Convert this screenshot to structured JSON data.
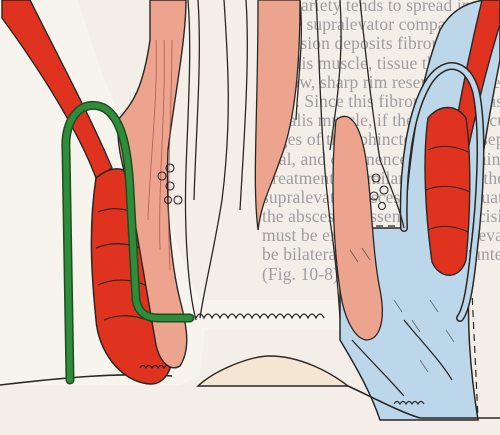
{
  "page": {
    "description_visible_text": true
  },
  "background_text": {
    "lines": [
      "this variety tends to spread in a horseshoe fashion",
      "in the supralevator compartment. The horseshoe",
      "extension deposits fibrous tissue about the pubo-",
      "rectalis muscle, tissue that can be felt as a rather",
      "narrow, sharp rim resembling a tendon or knife",
      "edge. Since this fibrous band is associated pubo-",
      "rectalis muscle, if the muscle is cut across it, the",
      "edges of the sphincter will not separate a great",
      "deal, and continence will be maintained probably.",
      "Treatment is similar to that for the complicated",
      "supralevator abscess, but, adequate drainage of",
      "the abscess is essential. The incision must also",
      "must be extended to the supralevator spaces may",
      "be bilateral with a seton or counter drainage",
      "(Fig. 10-8)."
    ]
  },
  "colors": {
    "muscle_red": "#e0331f",
    "muscle_pink": "#eda48f",
    "left_abscess_green": "#2f8c3a",
    "right_abscess_blue": "#bcd7ea",
    "right_outline_blue": "#5a7fa0",
    "skin_fat": "#f4f1ea",
    "outline": "#2a2624"
  },
  "icons": {
    "left_tract": "green-fistula-tract-icon",
    "right_cavity": "blue-horseshoe-abscess-icon"
  }
}
